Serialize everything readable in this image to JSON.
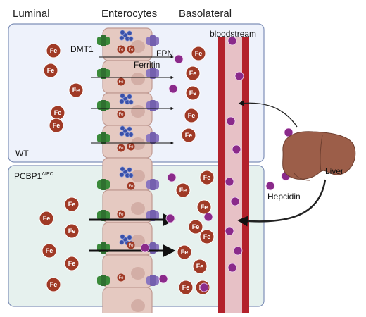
{
  "headers": {
    "luminal": "Luminal",
    "enterocytes": "Enterocytes",
    "basolateral": "Basolateral"
  },
  "labels": {
    "dmt1": "DMT1",
    "fpn": "FPN",
    "ferritin": "Ferritin",
    "bloodstream": "bloodstream",
    "wt": "WT",
    "pcbp1": "PCBP1",
    "pcbp1_sup": "ΔIEC",
    "hepcidin": "Hepcidin",
    "liver": "Liver",
    "fe": "Fe"
  },
  "colors": {
    "wt_panel": "#eef2fb",
    "ko_panel": "#e6f1ee",
    "panel_border": "#7f90b8",
    "cell_fill": "#e5c9c1",
    "cell_border": "#c09a92",
    "iron": "#a03a26",
    "vessel": "#b3212b",
    "vessel_inner": "#e7c1c6",
    "hepcidin": "#8a2a8a",
    "dmt1": "#3a8a3a",
    "fpn": "#8a76c0",
    "ferritin": "#3a50a8",
    "liver": "#9c5e49"
  },
  "icons": [
    "iron-icon",
    "dmt1-transporter-icon",
    "ferroportin-icon",
    "ferritin-icon",
    "hepcidin-icon",
    "liver-icon",
    "blood-vessel-icon"
  ]
}
